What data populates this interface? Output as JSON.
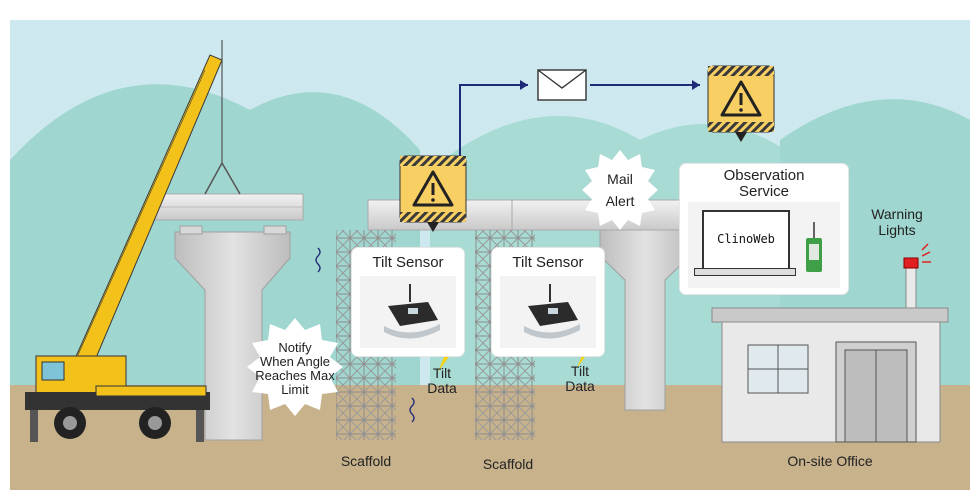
{
  "labels": {
    "notify": [
      "Notify",
      "When Angle",
      "Reaches Max",
      "Limit"
    ],
    "mail_alert": [
      "Mail",
      "Alert"
    ],
    "tilt_sensor_left": "Tilt Sensor",
    "tilt_sensor_right": "Tilt Sensor",
    "tilt_data_left": [
      "Tilt",
      "Data"
    ],
    "tilt_data_right": [
      "Tilt",
      "Data"
    ],
    "observation_service": [
      "Observation",
      "Service"
    ],
    "clinoweb": "ClinoWeb",
    "warning_lights": [
      "Warning",
      "Lights"
    ],
    "scaffold_left": "Scaffold",
    "scaffold_right": "Scaffold",
    "onsite_office": "On-site Office"
  },
  "icons": {
    "warning": "warning-triangle-icon",
    "mail": "envelope-icon",
    "lightning": "lightning-bolt-icon"
  },
  "colors": {
    "sky": "#cde9ef",
    "mountain": "#9fd6cf",
    "ground": "#c8b28c",
    "crane_yellow": "#f2c21b",
    "alert_yellow": "#f8cf63",
    "arrow_navy": "#1f2a78",
    "bolt_yellow": "#f5d20a"
  }
}
